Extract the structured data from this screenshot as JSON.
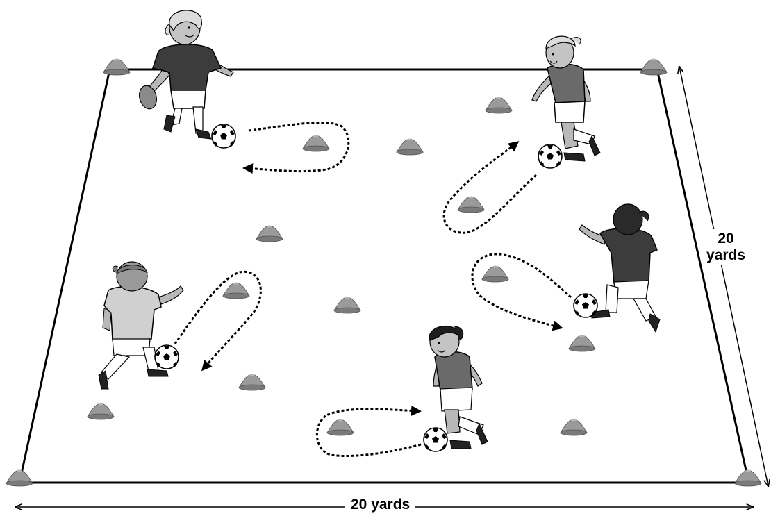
{
  "diagram": {
    "field_width_label": "20 yards",
    "field_depth_value": "20",
    "field_depth_unit": "yards"
  },
  "colors": {
    "field_line": "#000000",
    "cone": "#9a9a9a",
    "cone_shadow": "#6f6f6f",
    "jersey_dark": "#3c3c3c",
    "jersey_mid": "#6a6a6a",
    "jersey_light": "#cfcfcf",
    "skin": "#b8b8b8",
    "hair_light": "#d8d8d8",
    "hair_dark": "#222222",
    "shorts": "#ffffff"
  },
  "icons": [
    "cone-icon",
    "player-icon",
    "soccer-ball-icon",
    "dribble-path-arrow"
  ]
}
